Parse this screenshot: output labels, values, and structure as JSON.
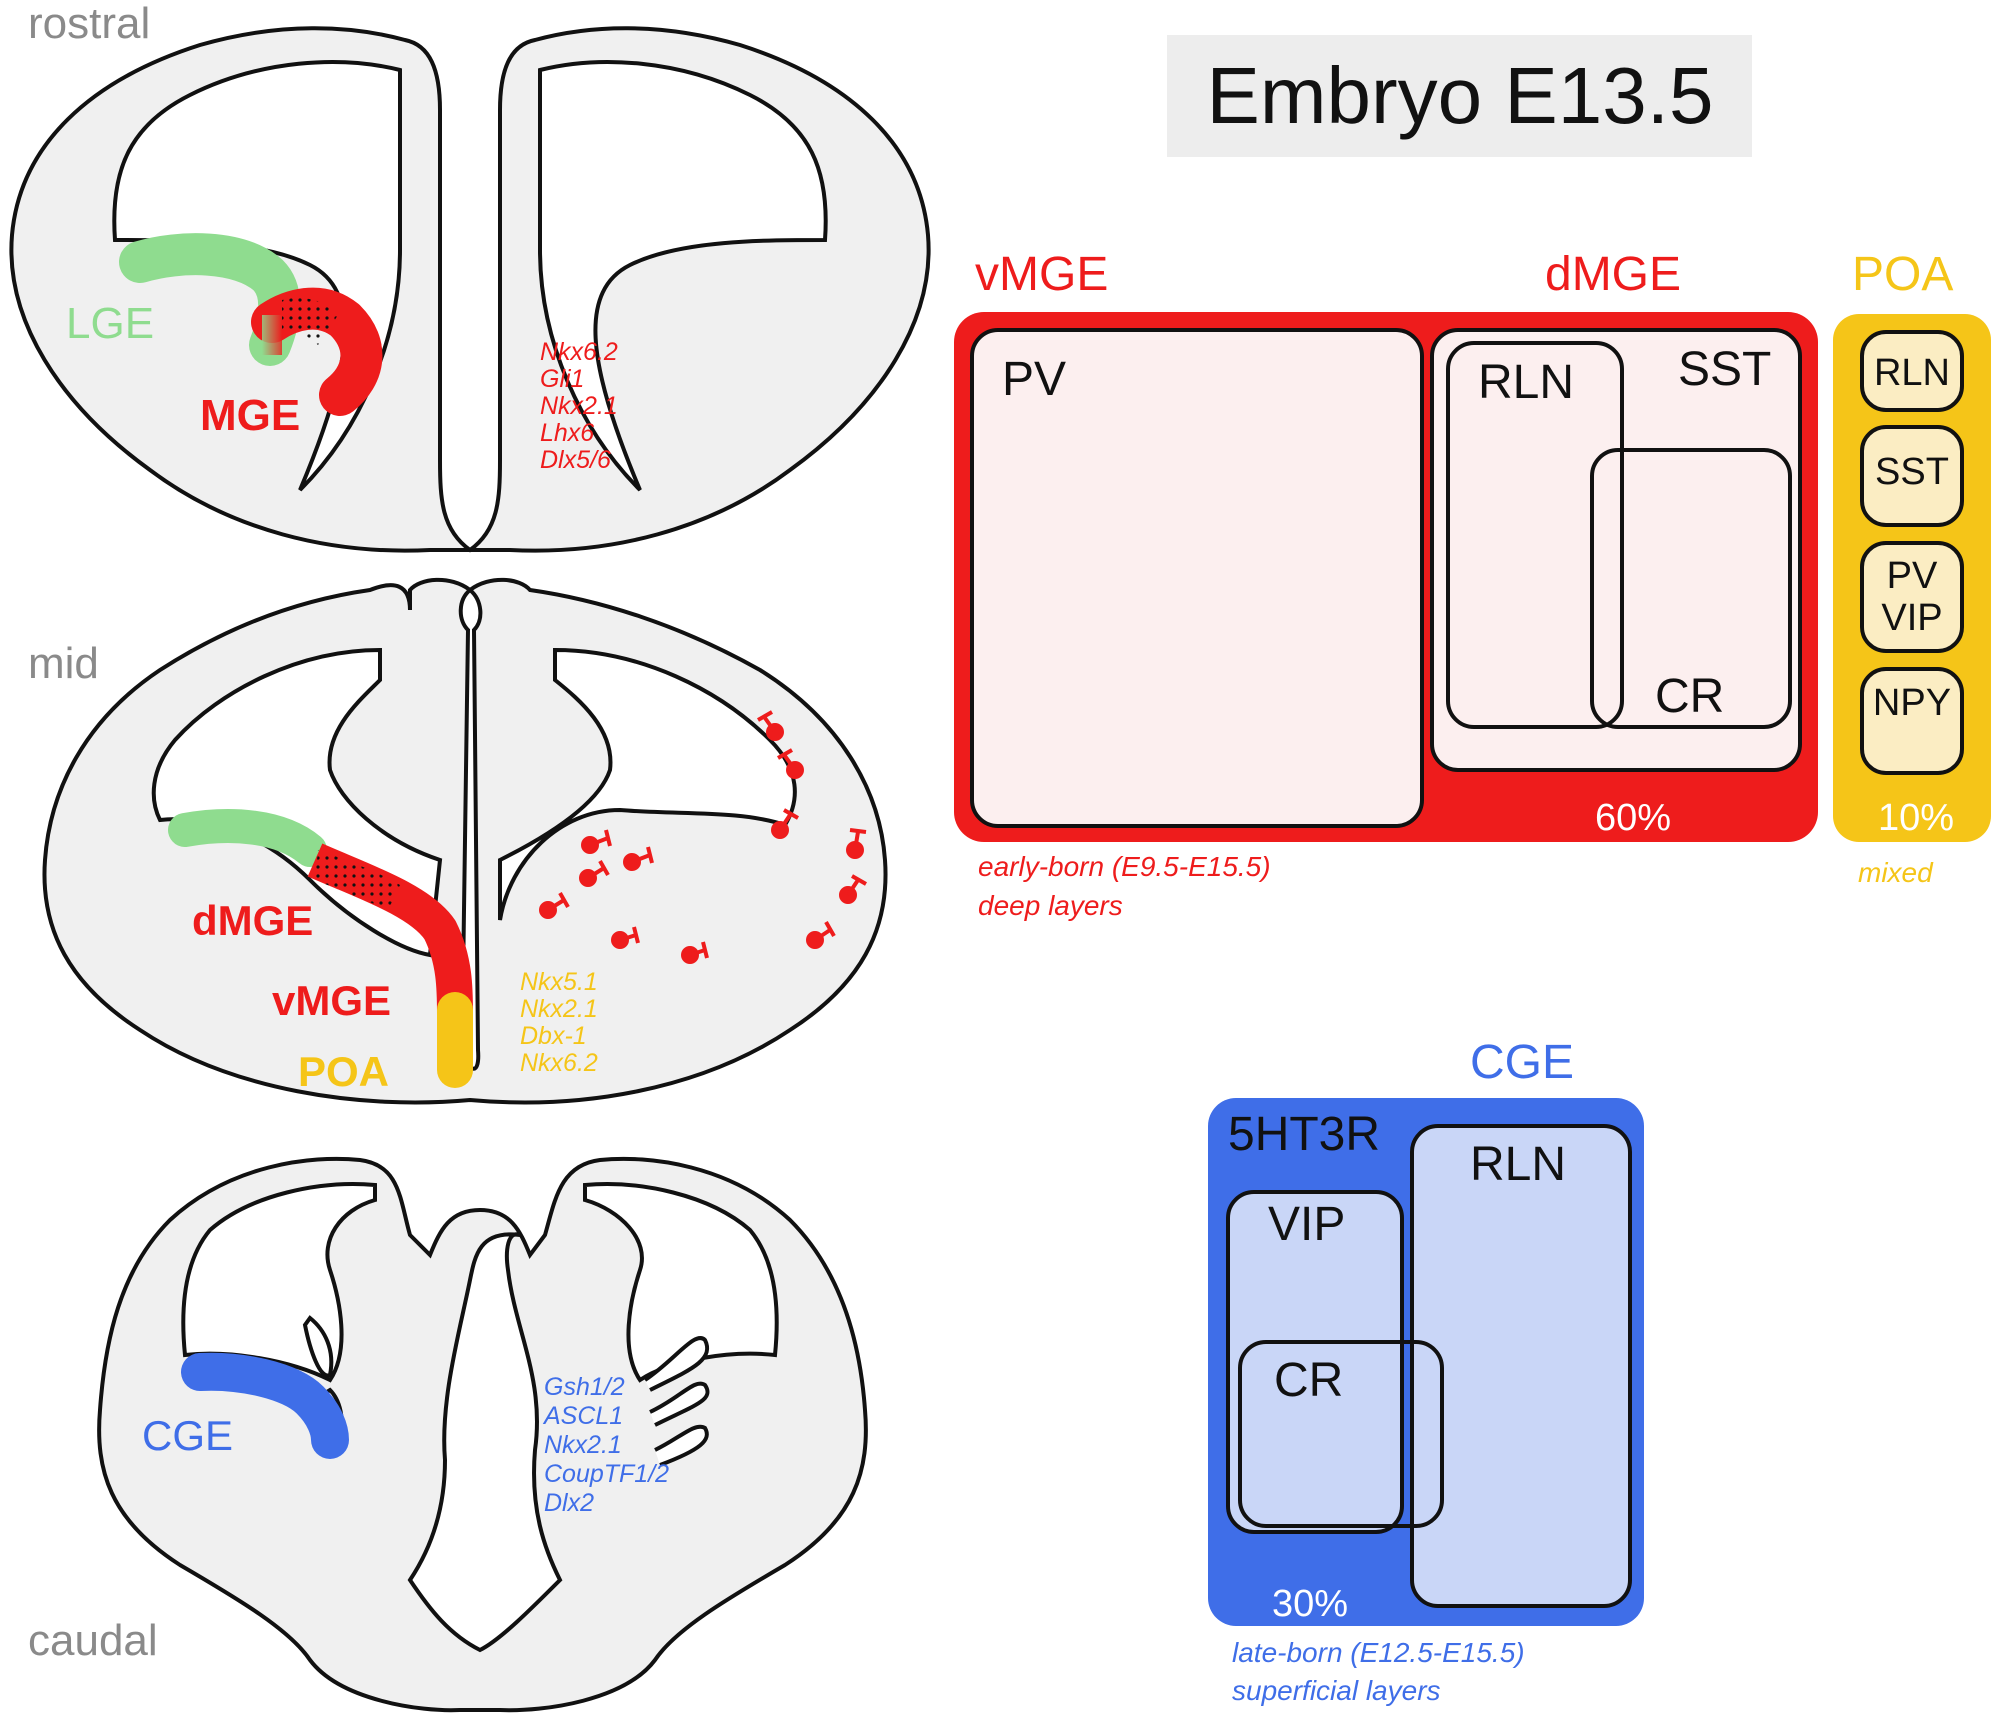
{
  "sections": {
    "rostral": "rostral",
    "mid": "mid",
    "caudal": "caudal"
  },
  "title": "Embryo E13.5",
  "rostral_slice": {
    "regions": {
      "lge": "LGE",
      "mge": "MGE"
    },
    "genes": [
      "Nkx6.2",
      "Gli1",
      "Nkx2.1",
      "Lhx6",
      "Dlx5/6"
    ]
  },
  "mid_slice": {
    "regions": {
      "dmge": "dMGE",
      "vmge": "vMGE",
      "poa": "POA"
    },
    "genes": [
      "Nkx5.1",
      "Nkx2.1",
      "Dbx-1",
      "Nkx6.2"
    ]
  },
  "caudal_slice": {
    "regions": {
      "cge": "CGE"
    },
    "genes": [
      "Gsh1/2",
      "ASCL1",
      "Nkx2.1",
      "CoupTF1/2",
      "Dlx2"
    ]
  },
  "mge_panel": {
    "vmge_title": "vMGE",
    "dmge_title": "dMGE",
    "pv": "PV",
    "rln": "RLN",
    "sst": "SST",
    "cr": "CR",
    "percent": "60%",
    "note_line1": "early-born (E9.5-E15.5)",
    "note_line2": "deep layers"
  },
  "poa_panel": {
    "title": "POA",
    "items": [
      "RLN",
      "SST",
      "PV",
      "VIP",
      "NPY"
    ],
    "percent": "10%",
    "note": "mixed"
  },
  "cge_panel": {
    "title": "CGE",
    "group": "5HT3R",
    "rln": "RLN",
    "vip": "VIP",
    "cr": "CR",
    "percent": "30%",
    "note_line1": "late-born (E12.5-E15.5)",
    "note_line2": "superficial layers"
  },
  "colors": {
    "red": "#ee1c1c",
    "green": "#8fdc8f",
    "yellow": "#f5c518",
    "blue": "#3f6ee8",
    "gray_label": "#8a8a8a",
    "tissue": "#f0f0f0"
  }
}
